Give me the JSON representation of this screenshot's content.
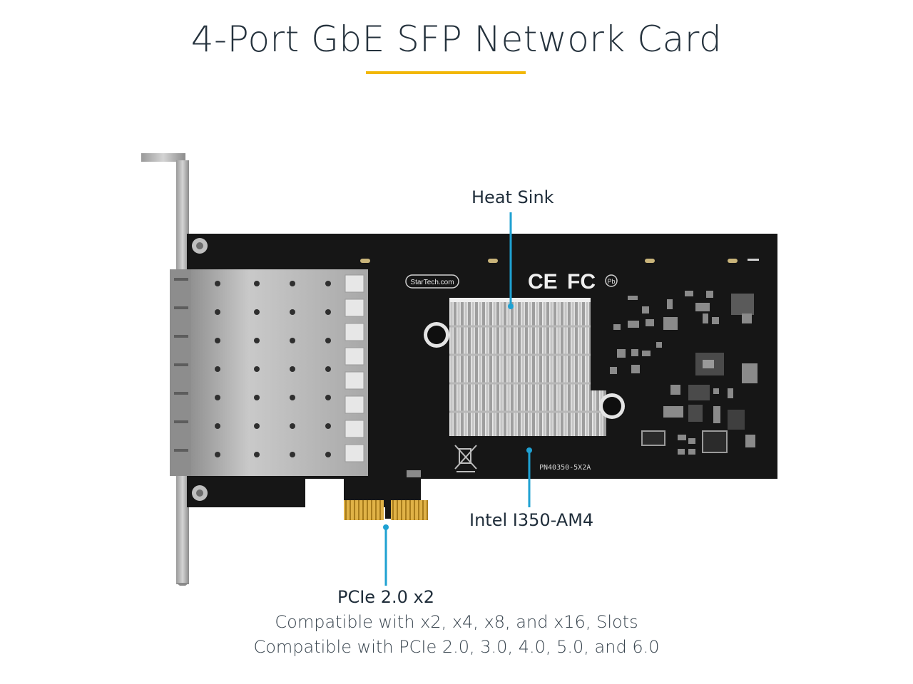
{
  "title": "4-Port GbE SFP Network Card",
  "colors": {
    "accent_underline": "#f2b705",
    "callout": "#1fa1d2",
    "pcb": "#151515",
    "bracket": "#b8b8b8",
    "heatsink": "#d9d9d9",
    "gold_fingers": "#d7a83a"
  },
  "board": {
    "brand_label": "StarTech.com",
    "ce_mark": "CE",
    "fc_mark": "FC",
    "pb_mark": "Pb",
    "part_number": "PN40350-5X2A"
  },
  "callouts": {
    "heat_sink": "Heat Sink",
    "chip": "Intel I350-AM4",
    "pcie": "PCIe 2.0 x2"
  },
  "compatibility": [
    "Compatible with x2, x4, x8, and x16, Slots",
    "Compatible with PCIe 2.0, 3.0, 4.0, 5.0, and 6.0"
  ]
}
